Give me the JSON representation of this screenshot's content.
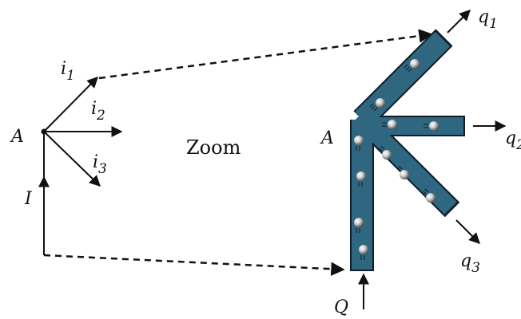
{
  "labels": {
    "node_left": "A",
    "node_right": "A",
    "i": "i",
    "i1_sub": "1",
    "i2_sub": "2",
    "i3_sub": "3",
    "current_in": "I",
    "zoom": "Zoom",
    "q": "q",
    "q1_sub": "1",
    "q2_sub": "2",
    "q3_sub": "3",
    "flow_in": "Q"
  },
  "colors": {
    "pipe": "#2f6680",
    "pipe_edge": "#0f1e29",
    "line": "#111111"
  }
}
